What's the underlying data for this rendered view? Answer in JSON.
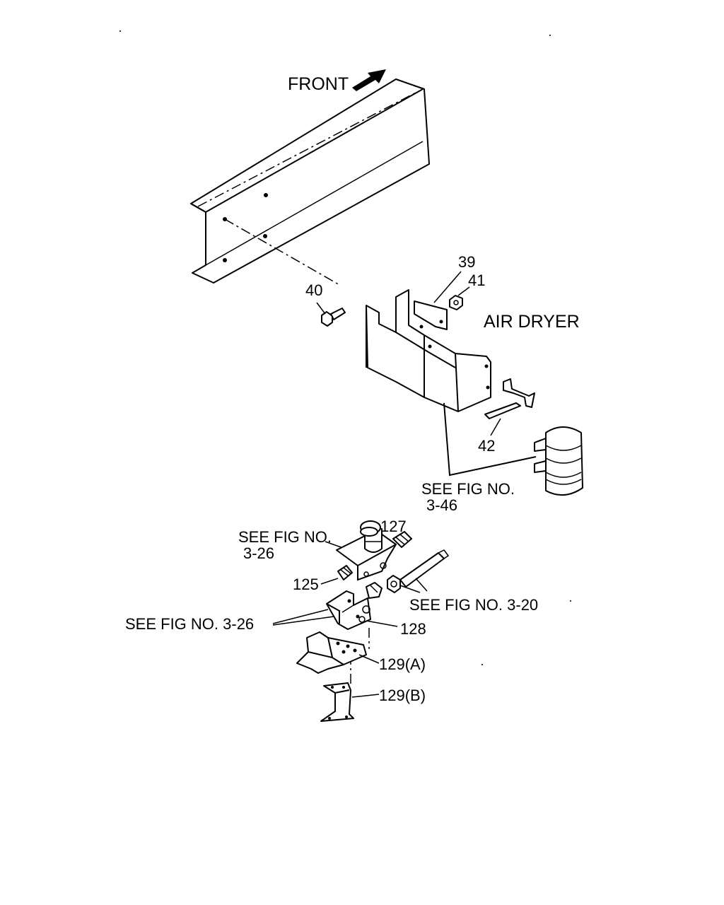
{
  "labels": {
    "front": "FRONT",
    "air_dryer": "AIR DRYER",
    "p39": "39",
    "p40": "40",
    "p41": "41",
    "p42": "42",
    "ref_346_line1": "SEE FIG NO.",
    "ref_346_line2": "3-46",
    "p127": "127",
    "ref_326_top_line1": "SEE FIG NO.",
    "ref_326_top_line2": "3-26",
    "p125": "125",
    "ref_320": "SEE FIG NO. 3-20",
    "ref_326_left": "SEE FIG  NO. 3-26",
    "p128": "128",
    "p129a": "129(A)",
    "p129b": "129(B)"
  }
}
